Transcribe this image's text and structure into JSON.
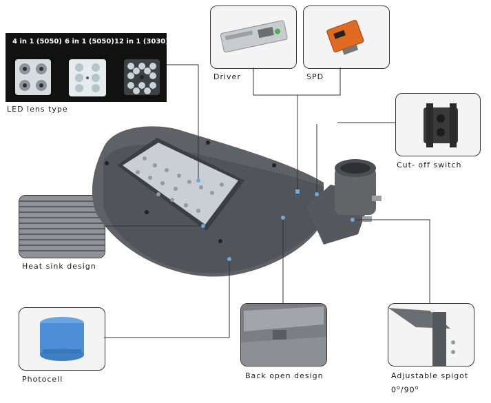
{
  "lens_panel": {
    "titles": [
      "4 in 1 (5050)",
      "6 in 1 (5050)",
      "12 in 1 (3030)"
    ],
    "caption": "LED lens type"
  },
  "labels": {
    "driver": "Driver",
    "spd": "SPD",
    "cutoff": "Cut- off switch",
    "heatsink": "Heat sink design",
    "photocell": "Photocell",
    "backopen": "Back open design",
    "spigot": "Adjustable spigot",
    "spigot_angle_0": "0",
    "spigot_angle_sep": "/90",
    "degree_mark": "o"
  },
  "colors": {
    "housing": "#5e6166",
    "housing_dark": "#43464a",
    "leader_line": "#333333",
    "dot": "#6fa8dc",
    "photocell_blue": "#4d8fd6",
    "spd_orange": "#e06a1f"
  }
}
